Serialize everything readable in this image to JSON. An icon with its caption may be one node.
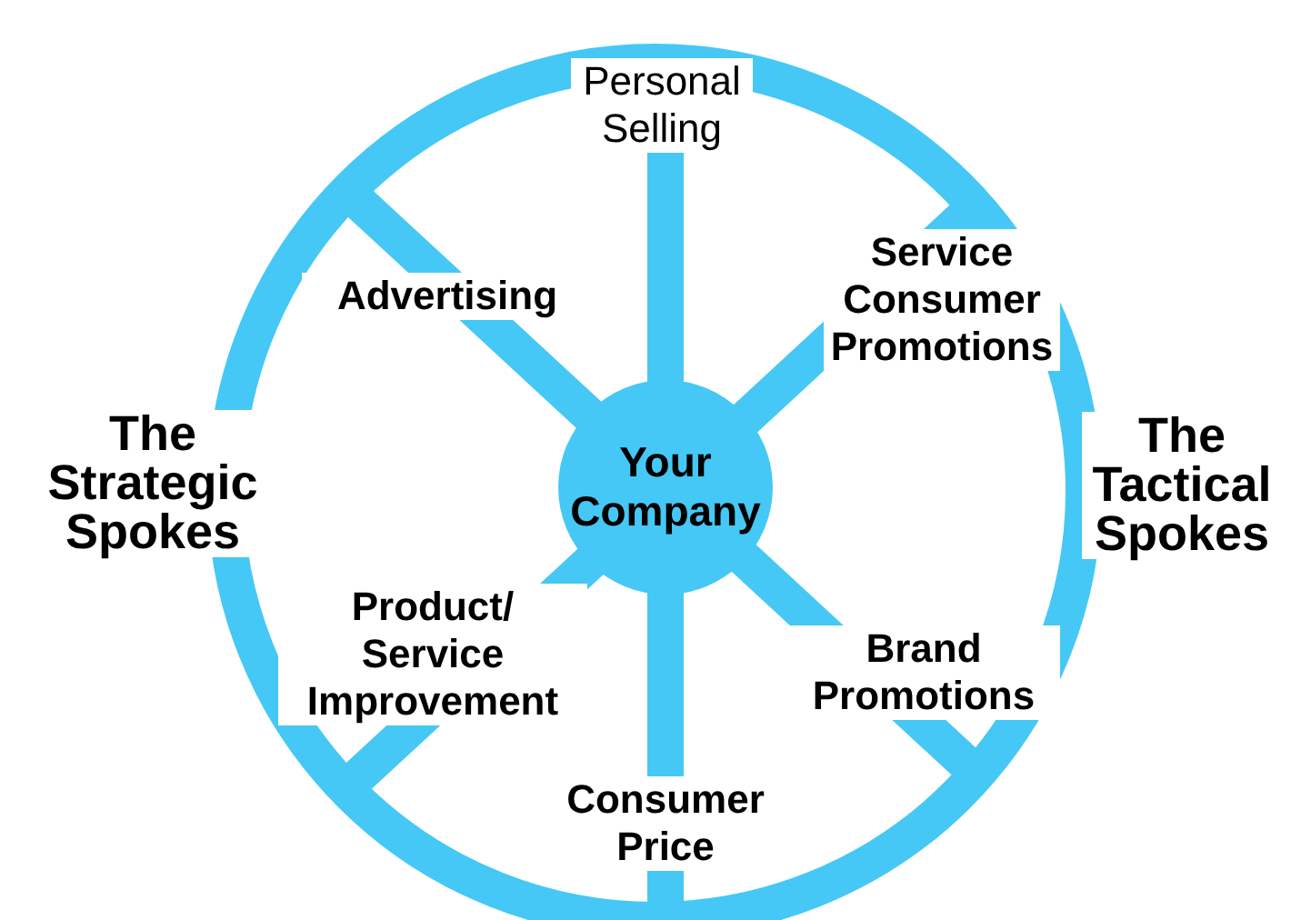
{
  "diagram": {
    "nodes": [
      {
        "text": [
          "Your Company"
        ]
      }
    ],
    "labels": [
      "Personal Selling",
      "Advertising",
      "Service Consumer Promotions",
      "The Strategic Spokes",
      "The Tactical Spokes",
      "Product/ Service Improvement",
      "Brand Promotions",
      "Consumer Price"
    ]
  }
}
